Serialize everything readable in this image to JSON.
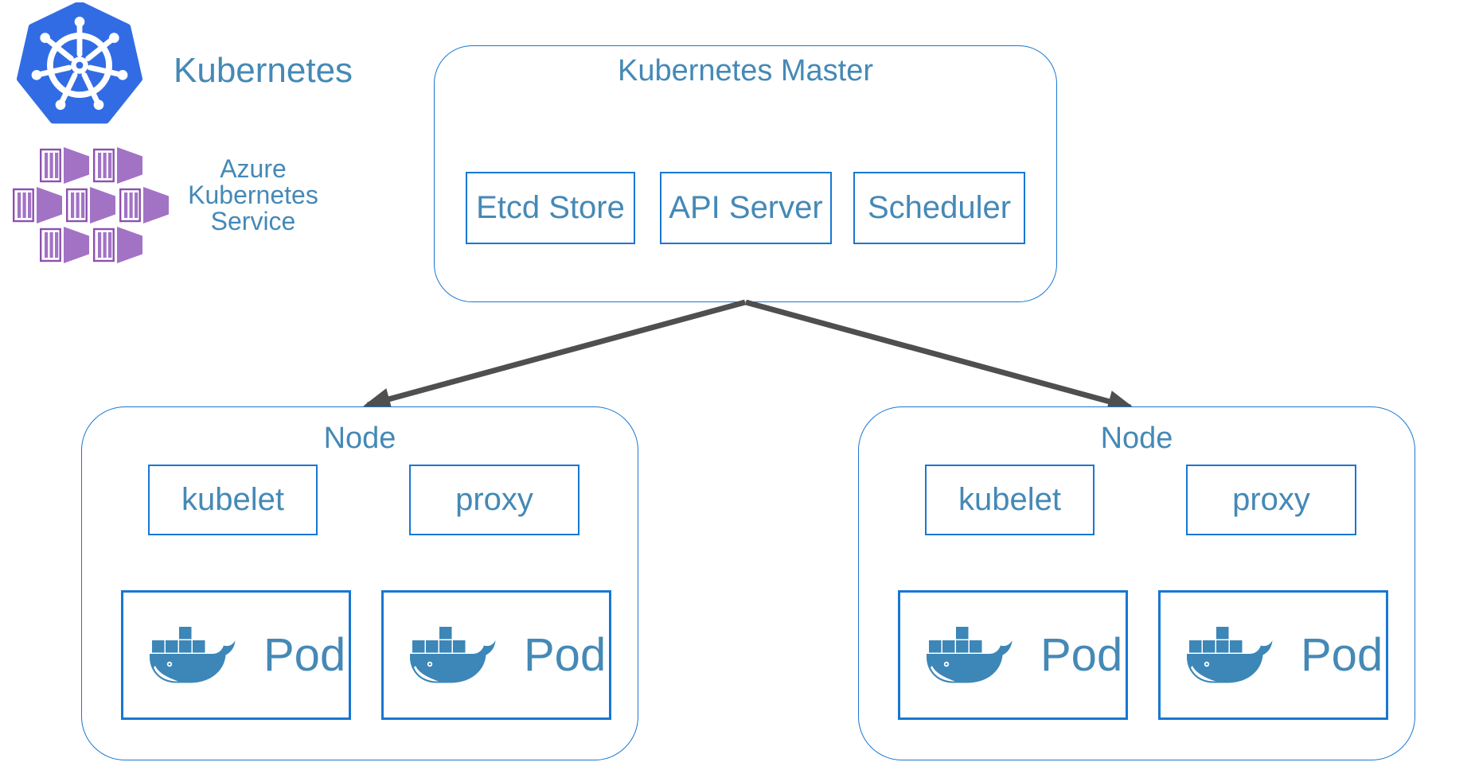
{
  "colors": {
    "border_blue": "#1877D2",
    "text_blue": "#4589B6",
    "whale_blue": "#3C86B8",
    "arrow_gray": "#4F4F4F",
    "k8s_blue": "#326CE5",
    "aks_purple": "#A273C5",
    "aks_purple_dark": "#8C51AF"
  },
  "branding": {
    "kubernetes": {
      "label": "Kubernetes",
      "icon": "kubernetes-helm-wheel-icon"
    },
    "aks": {
      "lines": [
        "Azure",
        "Kubernetes",
        "Service"
      ],
      "icon": "azure-container-cluster-icon"
    }
  },
  "master": {
    "title": "Kubernetes Master",
    "components": [
      "Etcd Store",
      "API Server",
      "Scheduler"
    ]
  },
  "nodes": [
    {
      "title": "Node",
      "components": [
        "kubelet",
        "proxy"
      ],
      "pods": [
        "Pod",
        "Pod"
      ],
      "pod_icon": "docker-whale-icon"
    },
    {
      "title": "Node",
      "components": [
        "kubelet",
        "proxy"
      ],
      "pods": [
        "Pod",
        "Pod"
      ],
      "pod_icon": "docker-whale-icon"
    }
  ]
}
